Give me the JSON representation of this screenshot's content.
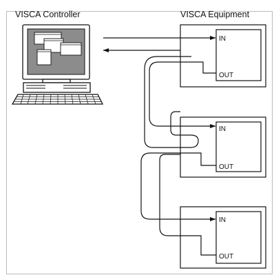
{
  "diagram": {
    "controller_label": "VISCA Controller",
    "equipment_label": "VISCA Equipment",
    "port_in": "IN",
    "port_out": "OUT"
  },
  "colors": {
    "line": "#111111",
    "screen": "#8c8c8c",
    "window_fill": "#ffffff",
    "background": "#ffffff"
  }
}
